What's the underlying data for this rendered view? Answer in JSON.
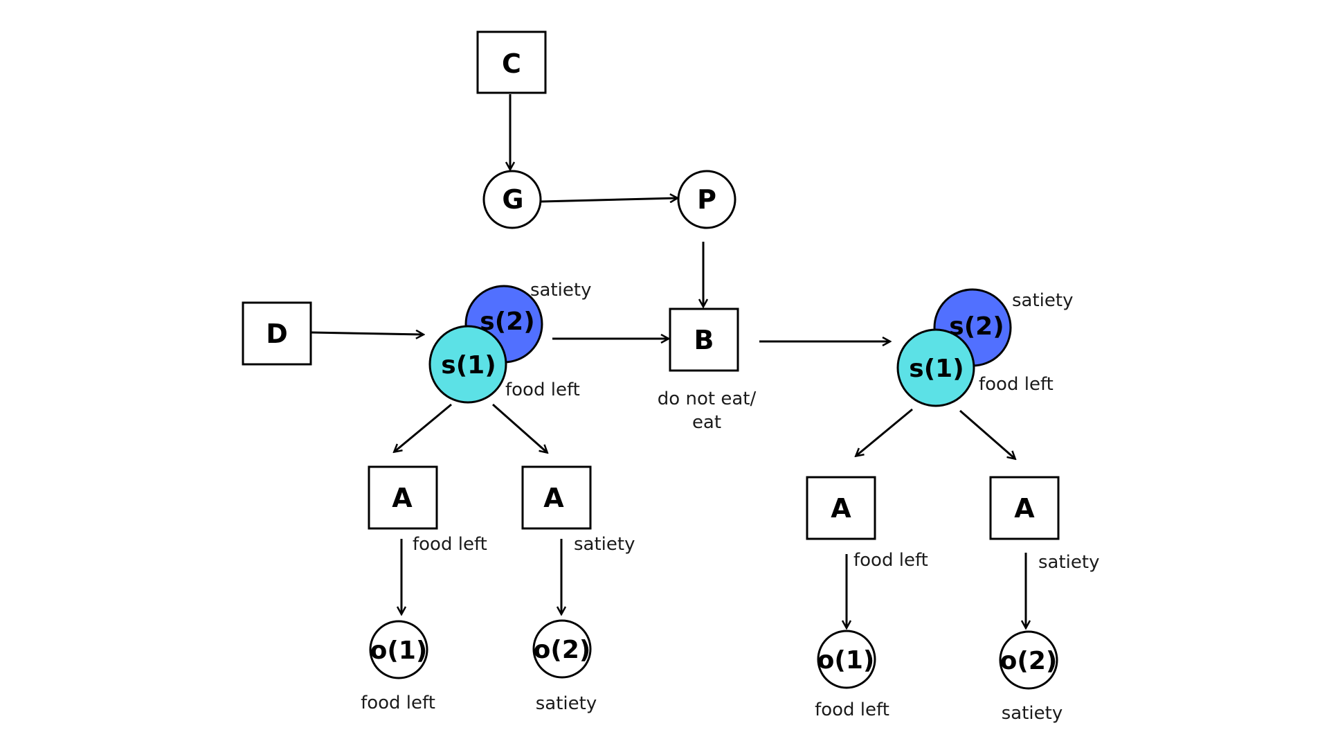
{
  "diagram": {
    "nodes": {
      "C": "C",
      "G": "G",
      "P": "P",
      "D": "D",
      "B": "B",
      "s1": "s(1)",
      "s2": "s(2)",
      "A": "A",
      "o1": "o(1)",
      "o2": "o(2)"
    },
    "labels": {
      "satiety": "satiety",
      "food_left": "food left",
      "b_line1": "do not eat/",
      "b_line2": "eat"
    },
    "colors": {
      "s1_fill": "#5ce1e6",
      "s2_fill": "#5170ff",
      "stroke": "#000000",
      "background": "#ffffff"
    }
  }
}
